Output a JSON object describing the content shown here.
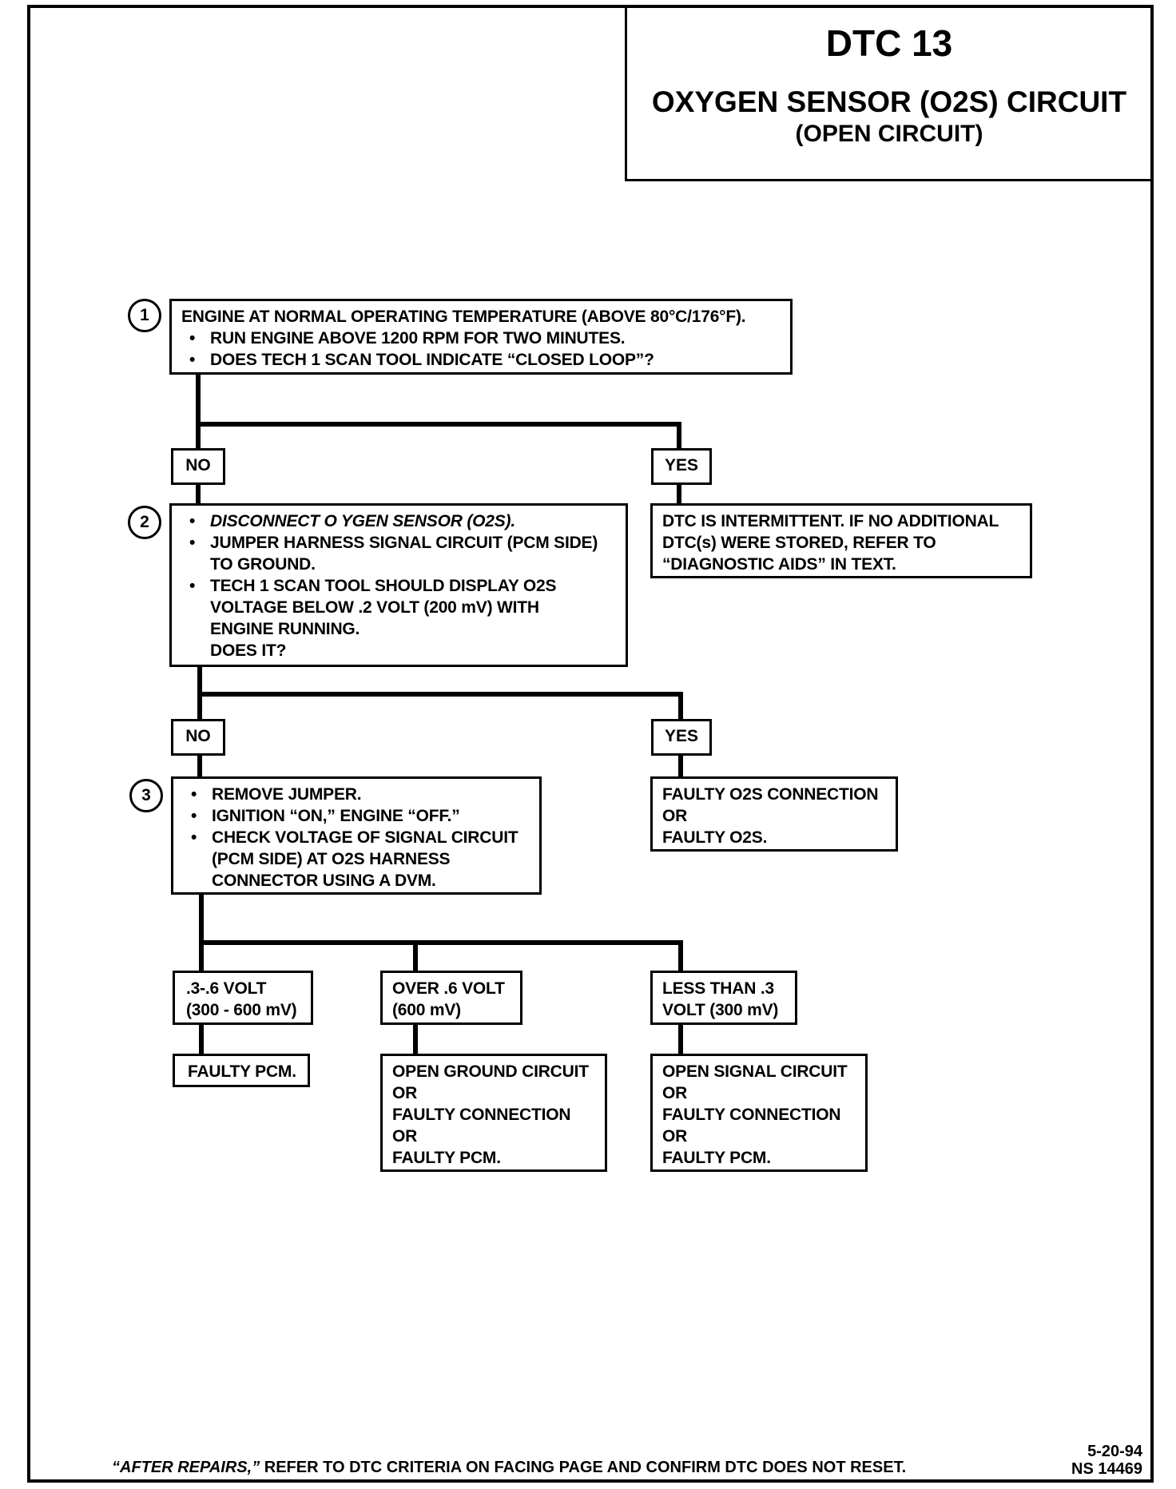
{
  "header": {
    "code": "DTC 13",
    "title": "OXYGEN SENSOR (O2S) CIRCUIT",
    "subtitle": "(OPEN CIRCUIT)"
  },
  "steps": {
    "step1": {
      "number": "1",
      "heading": "ENGINE AT NORMAL OPERATING TEMPERATURE (ABOVE 80°C/176°F).",
      "bullets": [
        "RUN ENGINE ABOVE 1200 RPM FOR TWO MINUTES.",
        "DOES TECH 1 SCAN TOOL INDICATE “CLOSED LOOP”?"
      ]
    },
    "step2": {
      "number": "2",
      "bullet1": "DISCONNECT O  YGEN SENSOR (O2S).",
      "bullet2_a": "JUMPER HARNESS SIGNAL CIRCUIT (PCM SIDE)",
      "bullet2_b": "TO GROUND.",
      "bullet3_a": "TECH 1 SCAN TOOL SHOULD DISPLAY O2S",
      "bullet3_b": "VOLTAGE BELOW .2  VOLT (200 mV) WITH",
      "bullet3_c": "ENGINE RUNNING.",
      "bullet3_d": "DOES IT?"
    },
    "step3": {
      "number": "3",
      "bullet1": "REMOVE JUMPER.",
      "bullet2": "IGNITION “ON,”  ENGINE  “OFF.”",
      "bullet3_a": "CHECK VOLTAGE OF SIGNAL CIRCUIT",
      "bullet3_b": "(PCM SIDE) AT  O2S HARNESS",
      "bullet3_c": "CONNECTOR USING A DVM."
    }
  },
  "labels": {
    "no1": "NO",
    "yes1": "YES",
    "no2": "NO",
    "yes2": "YES"
  },
  "results": {
    "intermittent": [
      "DTC IS INTERMITTENT.  IF NO ADDITIONAL",
      "DTC(s) WERE STORED, REFER TO",
      "“DIAGNOSTIC AIDS”  IN TEXT."
    ],
    "faulty_connection": [
      "FAULTY O2S CONNECTION",
      "OR",
      "FAULTY O2S."
    ],
    "range_mid": [
      ".3-.6 VOLT",
      "(300 - 600 mV)"
    ],
    "range_over": [
      "OVER .6  VOLT",
      "(600 mV)"
    ],
    "range_under": [
      "LESS THAN .3",
      "VOLT  (300 mV)"
    ],
    "faulty_pcm": "FAULTY PCM.",
    "open_ground": [
      "OPEN GROUND CIRCUIT",
      "OR",
      "FAULTY CONNECTION",
      "OR",
      "FAULTY PCM."
    ],
    "open_signal": [
      "OPEN SIGNAL CIRCUIT",
      "OR",
      "FAULTY CONNECTION",
      "OR",
      "FAULTY PCM."
    ]
  },
  "footer": {
    "note_italic": "“AFTER REPAIRS,”",
    "note_rest": " REFER TO DTC CRITERIA ON FACING PAGE AND CONFIRM DTC DOES NOT RESET.",
    "date": "5-20-94",
    "doc_number": "NS 14469"
  }
}
